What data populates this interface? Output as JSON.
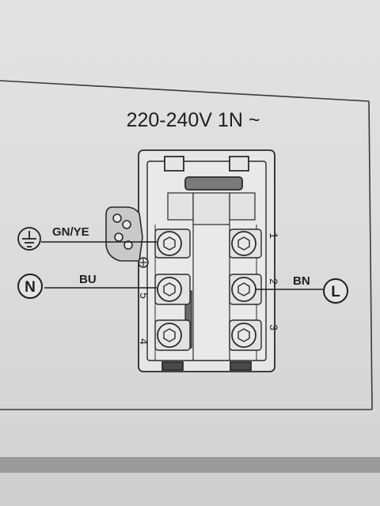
{
  "title": "220-240V 1N ~",
  "wires": {
    "earth": "GN/YE",
    "neutral": "BU",
    "line": "BN"
  },
  "symbols": {
    "neutral": "N",
    "line": "L",
    "earth_icon": "earth-ground-icon"
  },
  "terminals": {
    "t1": "1",
    "t2": "2",
    "t3": "3",
    "t4": "4",
    "t5": "5"
  },
  "colors": {
    "ink": "#1f1f1f",
    "paper": "#e0e0e0",
    "shade": "#8a8a8a",
    "bridge": "#6a6a6a"
  }
}
